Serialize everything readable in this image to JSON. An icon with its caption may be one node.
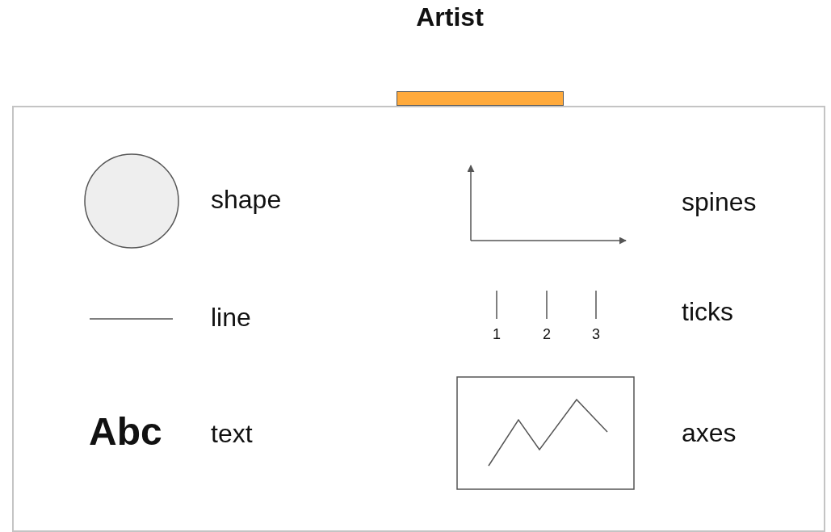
{
  "diagram": {
    "title": "Artist",
    "nodes": [
      {
        "text": [],
        "shape": "box"
      },
      {
        "text": [],
        "shape": "bar"
      }
    ],
    "labels": [
      "shape",
      "spines",
      "line",
      "ticks",
      "1",
      "2",
      "3",
      "Abc",
      "text",
      "axes"
    ]
  }
}
